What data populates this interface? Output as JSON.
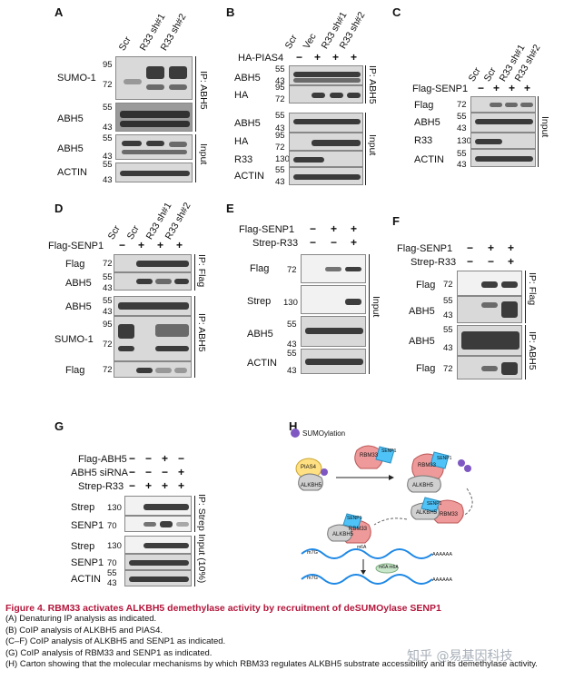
{
  "panels": {
    "A": {
      "letter": "A",
      "lanes": [
        "Scr",
        "R33 sh#1",
        "R33 sh#2"
      ],
      "rows": [
        {
          "label": "SUMO-1",
          "mw": [
            "95",
            "72"
          ]
        },
        {
          "label": "ABH5",
          "mw": [
            "55",
            "43"
          ]
        },
        {
          "label": "ABH5",
          "mw": [
            "55",
            "43"
          ]
        },
        {
          "label": "ACTIN",
          "mw": [
            "55",
            "43"
          ]
        }
      ],
      "groups": [
        "IP: ABH5",
        "Input"
      ]
    },
    "B": {
      "letter": "B",
      "lanes": [
        "Scr",
        "Vec",
        "R33 sh#1",
        "R33 sh#2"
      ],
      "treatment": {
        "label": "HA-PIAS4",
        "signs": [
          "−",
          "+",
          "+",
          "+"
        ]
      },
      "rows": [
        {
          "label": "ABH5",
          "mw": [
            "55",
            "43"
          ]
        },
        {
          "label": "HA",
          "mw": [
            "95",
            "72"
          ]
        },
        {
          "label": "ABH5",
          "mw": [
            "55",
            "43"
          ]
        },
        {
          "label": "HA",
          "mw": [
            "95",
            "72"
          ]
        },
        {
          "label": "R33",
          "mw": [
            "130"
          ]
        },
        {
          "label": "ACTIN",
          "mw": [
            "55",
            "43"
          ]
        }
      ],
      "groups": [
        "IP: ABH5",
        "Input"
      ]
    },
    "C": {
      "letter": "C",
      "lanes": [
        "Scr",
        "Scr",
        "R33 sh#1",
        "R33 sh#2"
      ],
      "treatment": {
        "label": "Flag-SENP1",
        "signs": [
          "−",
          "+",
          "+",
          "+"
        ]
      },
      "rows": [
        {
          "label": "Flag",
          "mw": [
            "72"
          ]
        },
        {
          "label": "ABH5",
          "mw": [
            "55",
            "43"
          ]
        },
        {
          "label": "R33",
          "mw": [
            "130"
          ]
        },
        {
          "label": "ACTIN",
          "mw": [
            "55",
            "43"
          ]
        }
      ],
      "groups": [
        "Input"
      ]
    },
    "D": {
      "letter": "D",
      "lanes": [
        "Scr",
        "Scr",
        "R33 sh#1",
        "R33 sh#2"
      ],
      "treatment": {
        "label": "Flag-SENP1",
        "signs": [
          "−",
          "+",
          "+",
          "+"
        ]
      },
      "rows": [
        {
          "label": "Flag",
          "mw": [
            "72"
          ]
        },
        {
          "label": "ABH5",
          "mw": [
            "55",
            "43"
          ]
        },
        {
          "label": "ABH5",
          "mw": [
            "55",
            "43"
          ]
        },
        {
          "label": "SUMO-1",
          "mw": [
            "95",
            "72"
          ]
        },
        {
          "label": "Flag",
          "mw": [
            "72"
          ]
        }
      ],
      "groups": [
        "IP: Flag",
        "IP: ABH5"
      ]
    },
    "E": {
      "letter": "E",
      "treatments": [
        {
          "label": "Flag-SENP1",
          "signs": [
            "−",
            "+",
            "+"
          ]
        },
        {
          "label": "Strep-R33",
          "signs": [
            "−",
            "−",
            "+"
          ]
        }
      ],
      "rows": [
        {
          "label": "Flag",
          "mw": [
            "72"
          ]
        },
        {
          "label": "Strep",
          "mw": [
            "130"
          ]
        },
        {
          "label": "ABH5",
          "mw": [
            "55",
            "43"
          ]
        },
        {
          "label": "ACTIN",
          "mw": [
            "55",
            "43"
          ]
        }
      ],
      "groups": [
        "Input"
      ]
    },
    "F": {
      "letter": "F",
      "treatments": [
        {
          "label": "Flag-SENP1",
          "signs": [
            "−",
            "+",
            "+"
          ]
        },
        {
          "label": "Strep-R33",
          "signs": [
            "−",
            "−",
            "+"
          ]
        }
      ],
      "rows": [
        {
          "label": "Flag",
          "mw": [
            "72"
          ]
        },
        {
          "label": "ABH5",
          "mw": [
            "55",
            "43"
          ]
        },
        {
          "label": "ABH5",
          "mw": [
            "55",
            "43"
          ]
        },
        {
          "label": "Flag",
          "mw": [
            "72"
          ]
        }
      ],
      "groups": [
        "IP: Flag",
        "IP: ABH5"
      ]
    },
    "G": {
      "letter": "G",
      "treatments": [
        {
          "label": "Flag-ABH5",
          "signs": [
            "−",
            "−",
            "+",
            "−"
          ]
        },
        {
          "label": "ABH5 siRNA",
          "signs": [
            "−",
            "−",
            "−",
            "+"
          ]
        },
        {
          "label": "Strep-R33",
          "signs": [
            "−",
            "+",
            "+",
            "+"
          ]
        }
      ],
      "rows": [
        {
          "label": "Strep",
          "mw": [
            "130"
          ]
        },
        {
          "label": "SENP1",
          "mw": [
            "70"
          ]
        },
        {
          "label": "Strep",
          "mw": [
            "130"
          ]
        },
        {
          "label": "SENP1",
          "mw": [
            "70"
          ]
        },
        {
          "label": "ACTIN",
          "mw": [
            "55",
            "43"
          ]
        }
      ],
      "groups": [
        "IP: Strep",
        "Input (10%)"
      ]
    },
    "H": {
      "letter": "H",
      "legend": "SUMOylation",
      "labels": [
        "PIAS4",
        "ALKBH5",
        "RBM33",
        "SENP1",
        "RBM33",
        "SENP1",
        "ALKBH5",
        "ALKBH5",
        "SENP1",
        "RBM33",
        "ALKBH5",
        "RBM33",
        "SENP1",
        "m7G",
        "AAAAAA",
        "m6A",
        "m6A m6A",
        "m7G",
        "AAAAAA"
      ]
    }
  },
  "caption": {
    "title": "Figure 4.  RBM33 activates ALKBH5 demethylase activity by recruitment of deSUMOylase SENP1",
    "lines": [
      "(A) Denaturing IP analysis as indicated.",
      "(B) CoIP analysis of ALKBH5 and PIAS4.",
      "(C–F) CoIP analysis of ALKBH5 and SENP1 as indicated.",
      "(G) CoIP analysis of RBM33 and SENP1 as indicated.",
      "(H) Carton showing that the molecular mechanisms by which RBM33 regulates ALKBH5 substrate accessibility and its demethylase activity."
    ]
  },
  "watermark": "知乎 @易基因科技",
  "colors": {
    "caption_title": "#b3163b",
    "sumo": "#7e57c2",
    "senp1": "#4fc3f7",
    "rbm33": "#ef9a9a",
    "alkbh5": "#d0d0d0",
    "pias4": "#ffe082"
  }
}
